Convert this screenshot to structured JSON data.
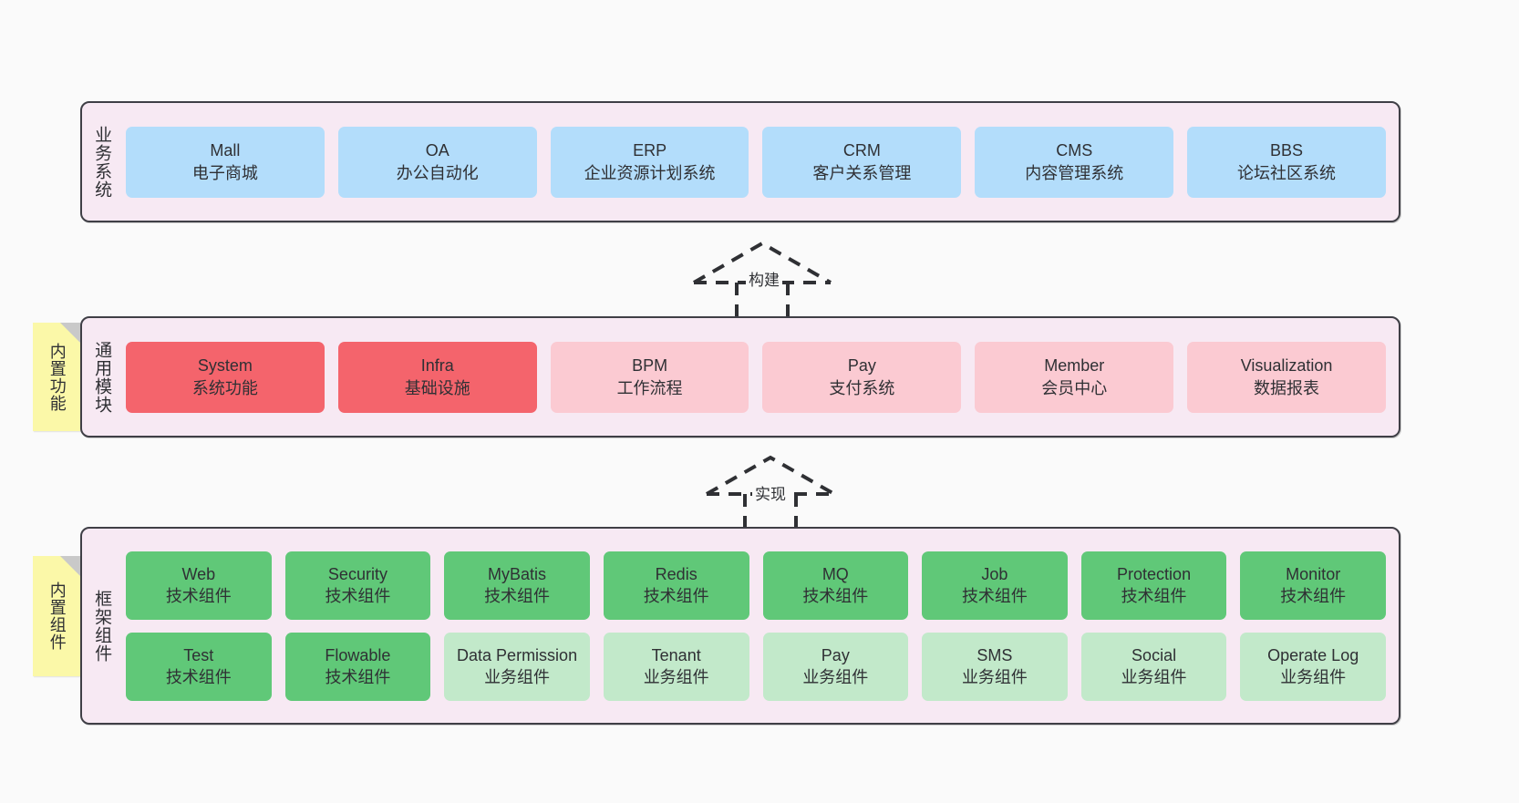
{
  "diagram": {
    "background_color": "#fafafa",
    "panel_color": "#f7e9f3",
    "panel_border_color": "#3f3f46",
    "sticky_color": "#fbf8a8"
  },
  "layers": {
    "business": {
      "title": "业务系统",
      "accent": "#b3ddfb",
      "items": [
        {
          "en": "Mall",
          "cn": "电子商城"
        },
        {
          "en": "OA",
          "cn": "办公自动化"
        },
        {
          "en": "ERP",
          "cn": "企业资源计划系统"
        },
        {
          "en": "CRM",
          "cn": "客户关系管理"
        },
        {
          "en": "CMS",
          "cn": "内容管理系统"
        },
        {
          "en": "BBS",
          "cn": "论坛社区系统"
        }
      ]
    },
    "common": {
      "title": "通用模块",
      "sticky": "内置功能",
      "accent_primary": "#f4646c",
      "accent_secondary": "#fbcad2",
      "items": [
        {
          "en": "System",
          "cn": "系统功能",
          "style": "c-red"
        },
        {
          "en": "Infra",
          "cn": "基础设施",
          "style": "c-red"
        },
        {
          "en": "BPM",
          "cn": "工作流程",
          "style": "c-pink"
        },
        {
          "en": "Pay",
          "cn": "支付系统",
          "style": "c-pink"
        },
        {
          "en": "Member",
          "cn": "会员中心",
          "style": "c-pink"
        },
        {
          "en": "Visualization",
          "cn": "数据报表",
          "style": "c-pink"
        }
      ]
    },
    "framework": {
      "title": "框架组件",
      "sticky": "内置组件",
      "accent_primary": "#60c878",
      "accent_secondary": "#c2e9ca",
      "row1": [
        {
          "en": "Web",
          "cn": "技术组件",
          "style": "c-green"
        },
        {
          "en": "Security",
          "cn": "技术组件",
          "style": "c-green"
        },
        {
          "en": "MyBatis",
          "cn": "技术组件",
          "style": "c-green"
        },
        {
          "en": "Redis",
          "cn": "技术组件",
          "style": "c-green"
        },
        {
          "en": "MQ",
          "cn": "技术组件",
          "style": "c-green"
        },
        {
          "en": "Job",
          "cn": "技术组件",
          "style": "c-green"
        },
        {
          "en": "Protection",
          "cn": "技术组件",
          "style": "c-green"
        },
        {
          "en": "Monitor",
          "cn": "技术组件",
          "style": "c-green"
        }
      ],
      "row2": [
        {
          "en": "Test",
          "cn": "技术组件",
          "style": "c-green"
        },
        {
          "en": "Flowable",
          "cn": "技术组件",
          "style": "c-green"
        },
        {
          "en": "Data Permission",
          "cn": "业务组件",
          "style": "c-lightgreen"
        },
        {
          "en": "Tenant",
          "cn": "业务组件",
          "style": "c-lightgreen"
        },
        {
          "en": "Pay",
          "cn": "业务组件",
          "style": "c-lightgreen"
        },
        {
          "en": "SMS",
          "cn": "业务组件",
          "style": "c-lightgreen"
        },
        {
          "en": "Social",
          "cn": "业务组件",
          "style": "c-lightgreen"
        },
        {
          "en": "Operate Log",
          "cn": "业务组件",
          "style": "c-lightgreen"
        }
      ]
    }
  },
  "connectors": [
    {
      "name": "build",
      "label": "构建"
    },
    {
      "name": "implement",
      "label": "实现"
    }
  ]
}
